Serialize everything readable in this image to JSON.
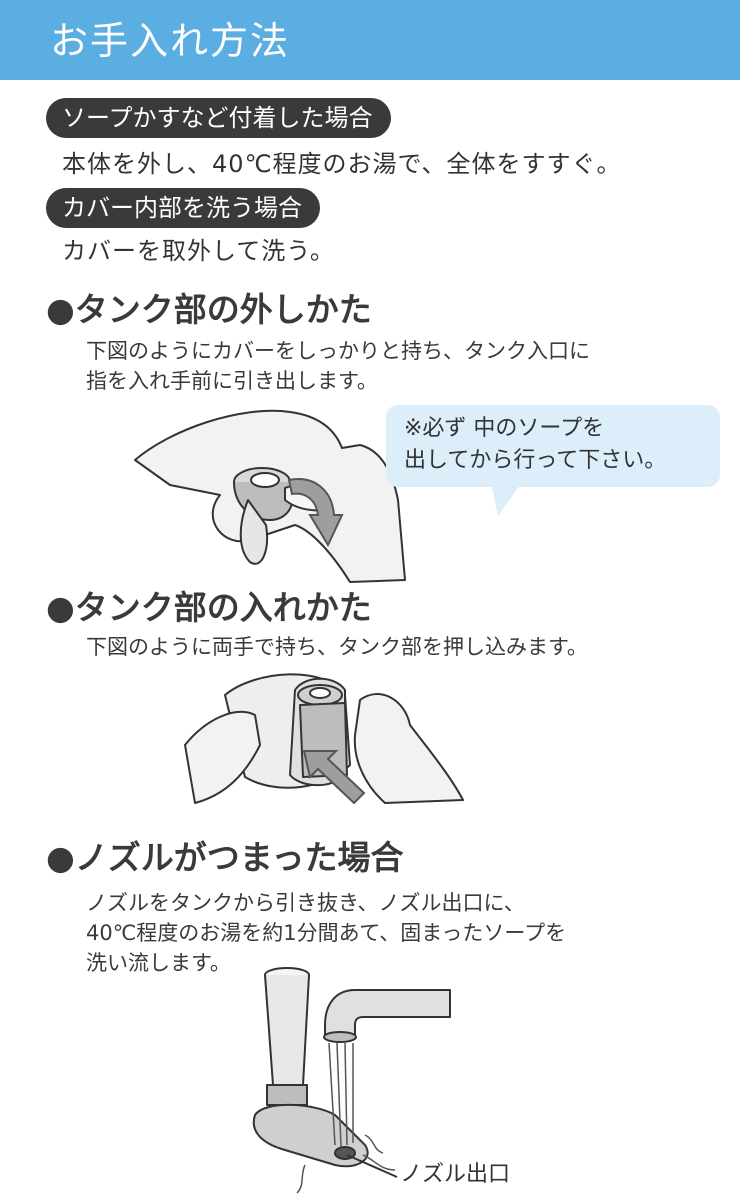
{
  "header": {
    "title": "お手入れ方法"
  },
  "soap_residue": {
    "label": "ソープかすなど付着した場合",
    "text": "本体を外し、40℃程度のお湯で、全体をすすぐ。"
  },
  "cover_inside": {
    "label": "カバー内部を洗う場合",
    "text": "カバーを取外して洗う。"
  },
  "tank_removal": {
    "title": "●タンク部の外しかた",
    "lines": [
      "下図のようにカバーをしっかりと持ち、タンク入口に",
      "指を入れ手前に引き出します。"
    ],
    "note_lines": [
      "※必ず 中のソープを",
      "出してから行って下さい。"
    ]
  },
  "tank_insert": {
    "title": "●タンク部の入れかた",
    "text": "下図のように両手で持ち、タンク部を押し込みます。"
  },
  "nozzle_clog": {
    "title": "●ノズルがつまった場合",
    "lines": [
      "ノズルをタンクから引き抜き、ノズル出口に、",
      "40℃程度のお湯を約1分間あて、固まったソープを",
      "洗い流します。"
    ],
    "callout": "ノズル出口"
  },
  "colors": {
    "header_blue": "#5aaee1",
    "pill_dark": "#3a3a3a",
    "bubble_blue": "#dbeefa"
  },
  "icons": [
    "hand-pull-illustration",
    "pull-arrow-icon",
    "hands-push-illustration",
    "push-arrow-icon",
    "nozzle-faucet-illustration"
  ]
}
